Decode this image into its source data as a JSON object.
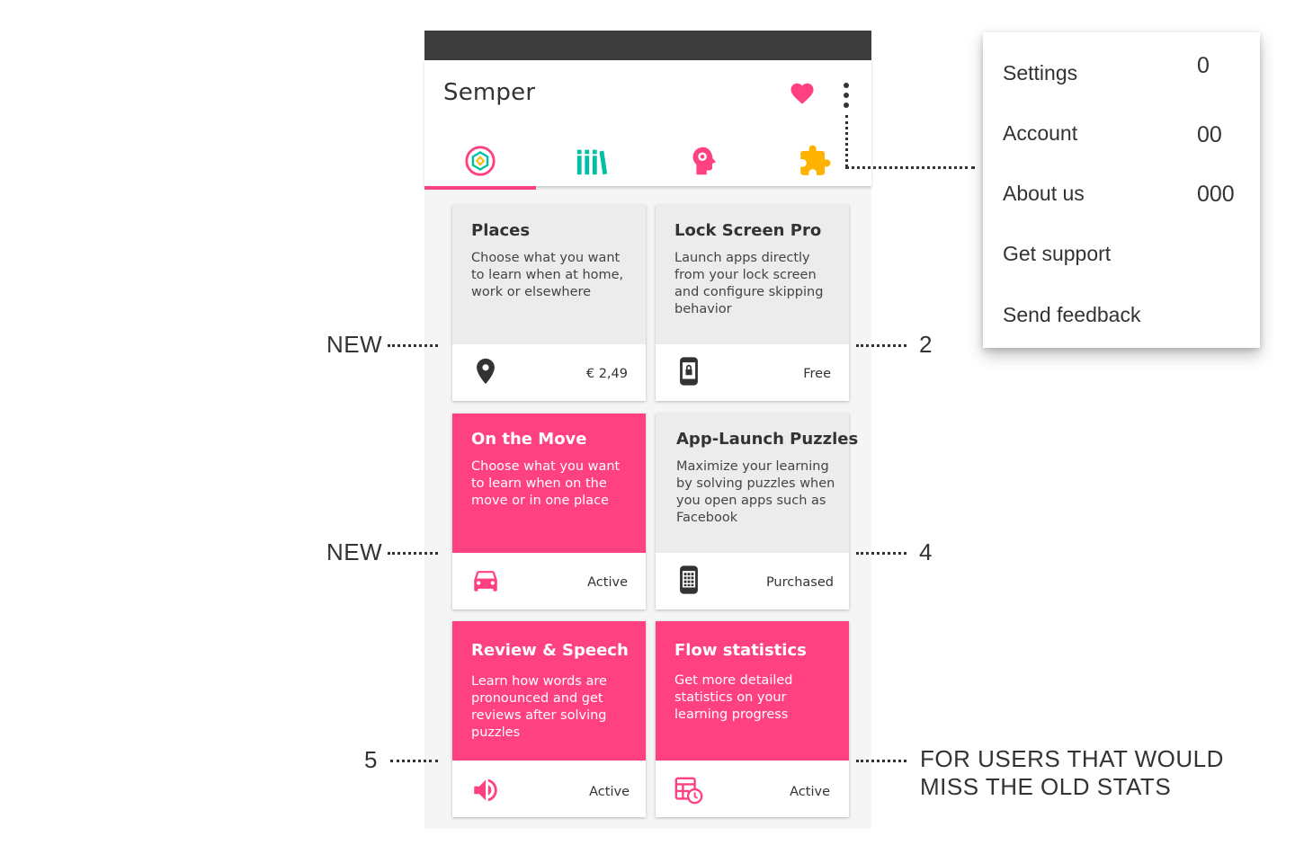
{
  "app": {
    "title": "Semper",
    "tabs": [
      {
        "name": "home-tab",
        "icon": "target-icon",
        "color": "#ff4081"
      },
      {
        "name": "library-tab",
        "icon": "books-icon",
        "color": "#00bfa5"
      },
      {
        "name": "learning-tab",
        "icon": "head-icon",
        "color": "#ff4081"
      },
      {
        "name": "plugins-tab",
        "icon": "puzzle-icon",
        "color": "#ffb300"
      }
    ],
    "accent_color": "#ff4081"
  },
  "cards": [
    {
      "title": "Places",
      "description": "Choose what you want to learn when at home, work or elsewhere",
      "status": "€ 2,49",
      "icon": "location-pin-icon"
    },
    {
      "title": "Lock Screen Pro",
      "description": "Launch apps directly from your lock screen and configure skipping behavior",
      "status": "Free",
      "icon": "phone-lock-icon"
    },
    {
      "title": "On the Move",
      "description": "Choose what you want to learn when on the move or in one place",
      "status": "Active",
      "icon": "car-icon"
    },
    {
      "title": "App-Launch Puzzles",
      "description": "Maximize your learning by solving puzzles when you open apps such as Facebook",
      "status": "Purchased",
      "icon": "phone-grid-icon"
    },
    {
      "title": "Review & Speech",
      "description": "Learn how words are pronounced and get reviews after solving puzzles",
      "status": "Active",
      "icon": "speaker-icon"
    },
    {
      "title": "Flow statistics",
      "description": "Get more detailed statistics on your learning progress",
      "status": "Active",
      "icon": "stats-clock-icon"
    }
  ],
  "annotations": {
    "new_1": "NEW",
    "new_2": "NEW",
    "five": "5",
    "two": "2",
    "four": "4",
    "stats_line1": "FOR USERS THAT WOULD",
    "stats_line2": "MISS THE OLD STATS"
  },
  "menu": {
    "items": [
      "Settings",
      "Account",
      "About us",
      "Get support",
      "Send feedback"
    ],
    "numbers": [
      "0",
      "00",
      "000"
    ]
  }
}
